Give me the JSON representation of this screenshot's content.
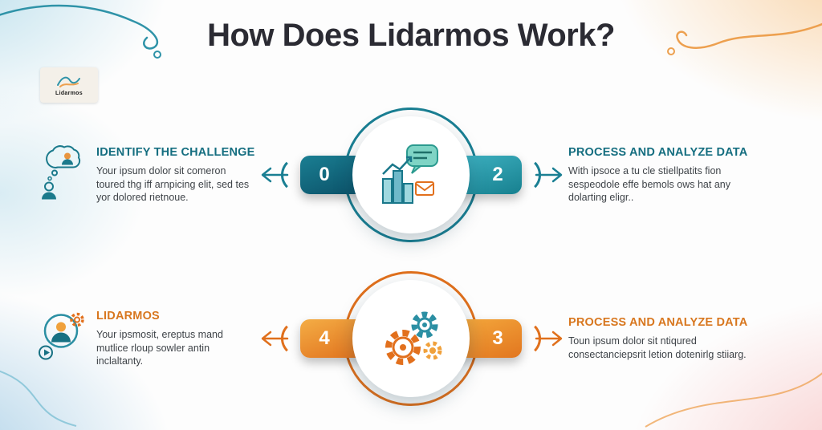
{
  "title": "How Does Lidarmos Work?",
  "logo": {
    "text": "Lidarmos"
  },
  "colors": {
    "teal": "#1a7f93",
    "teal-dark": "#0b4f66",
    "teal-light": "#3fb2c2",
    "orange": "#e0701c",
    "orange-light": "#f4ad45",
    "ink": "#2b2b33",
    "body-text": "#3f4449",
    "heading-teal": "#156e80",
    "heading-orange": "#d8771f"
  },
  "rows": [
    {
      "left": {
        "heading": "IDENTIFY THE CHALLENGE",
        "body": "Your ipsum dolor sit comeron toured thg iff arnpicing elit, sed tes yor dolored rietnoue."
      },
      "left_number": "0",
      "right_number": "2",
      "right": {
        "heading": "PROCESS AND ANALYZE DATA",
        "body": "With ipsoce a tu cle stiellpatits fion sespeodole effe bemols ows hat any dolarting eligr.."
      }
    },
    {
      "left": {
        "heading": "LIDARMOS",
        "body": "Your ipsmosit, ereptus mand mutlice rloup sowler antin inclaltanty."
      },
      "left_number": "4",
      "right_number": "3",
      "right": {
        "heading": "PROCESS AND ANALYZE DATA",
        "body": "Toun ipsum dolor sit ntiqured consectanciepsrit letion dotenirlg stiiarg."
      }
    }
  ],
  "icons": {
    "row1_left": "thought-bubble-person-icon",
    "row1_hub": "chart-speech-bubble-icon",
    "row2_left": "support-person-gear-icon",
    "row2_hub": "gears-icon"
  }
}
